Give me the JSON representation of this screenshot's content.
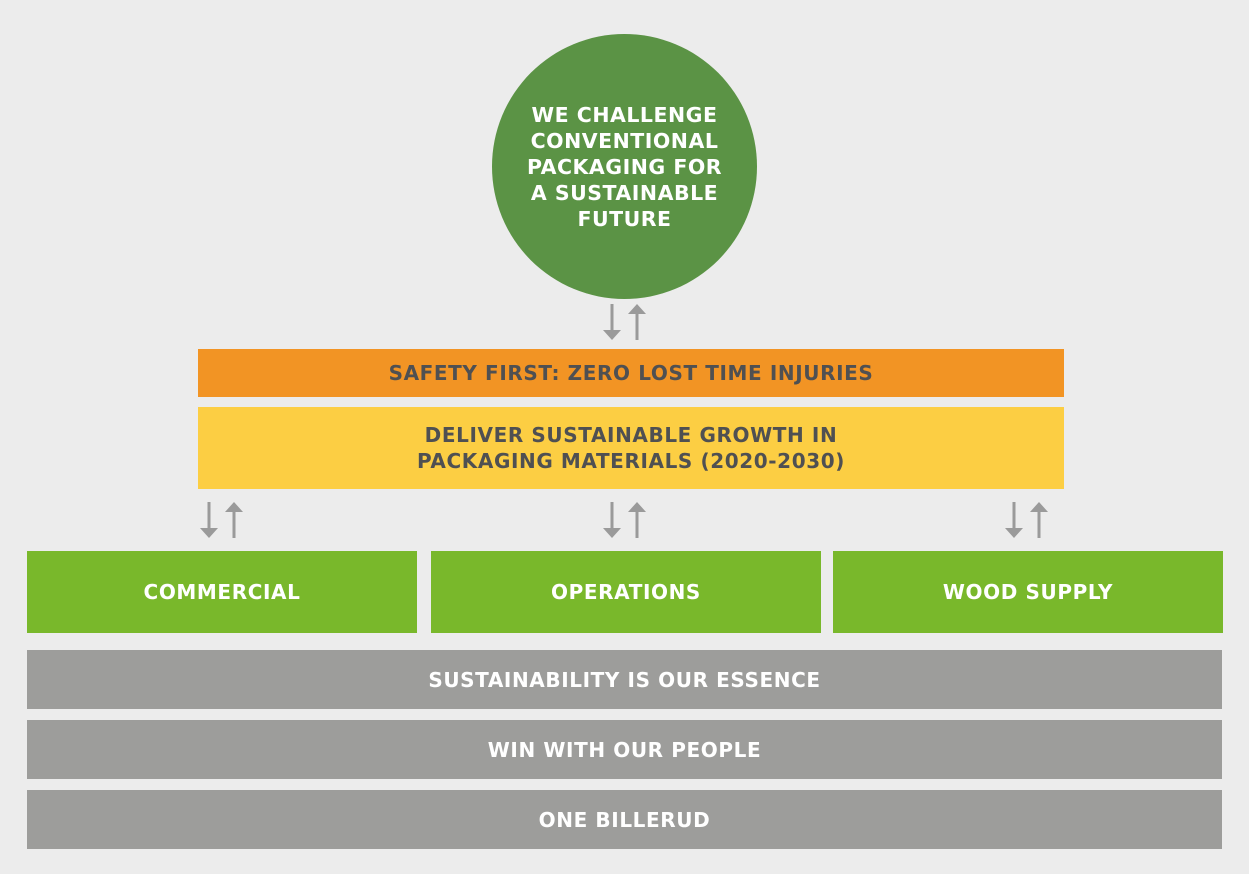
{
  "vision": {
    "text": "WE CHALLENGE\nCONVENTIONAL\nPACKAGING FOR\nA SUSTAINABLE\nFUTURE"
  },
  "priority": {
    "text": "SAFETY FIRST: ZERO LOST TIME INJURIES"
  },
  "goal": {
    "text": "DELIVER SUSTAINABLE GROWTH IN\nPACKAGING MATERIALS (2020-2030)"
  },
  "pillars": [
    {
      "label": "COMMERCIAL"
    },
    {
      "label": "OPERATIONS"
    },
    {
      "label": "WOOD SUPPLY"
    }
  ],
  "foundations": [
    {
      "label": "SUSTAINABILITY IS OUR ESSENCE"
    },
    {
      "label": "WIN WITH OUR PEOPLE"
    },
    {
      "label": "ONE BILLERUD"
    }
  ],
  "colors": {
    "background": "#ececec",
    "vision_circle": "#5b9345",
    "safety_bar": "#f29424",
    "growth_bar": "#fcce43",
    "pillar": "#79b82b",
    "foundation": "#9d9d9b",
    "arrow": "#9a9a9a"
  }
}
